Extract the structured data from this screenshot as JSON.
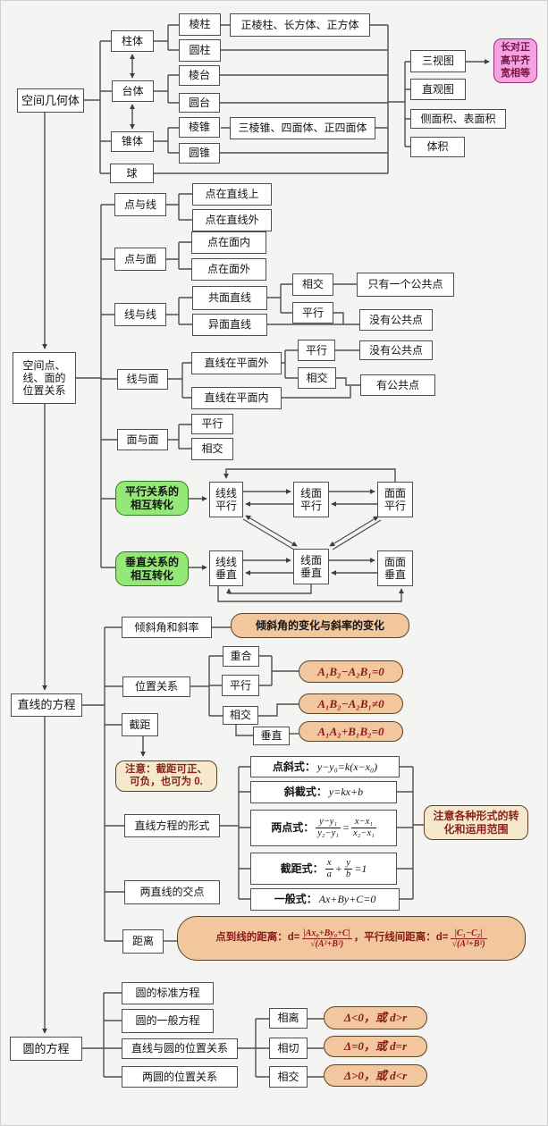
{
  "colors": {
    "node_border": "#4f4f4f",
    "green_fill": "#93e878",
    "green_border": "#2e7d1e",
    "pink_fill": "#f3a2e4",
    "pink_border": "#9c2a7d",
    "tan_fill": "#f2c79d",
    "tan_border": "#5a4328",
    "note_fill": "#f6e8cd",
    "formula_red": "#8b1a1a"
  },
  "sec1": {
    "root": "空间几何体",
    "zhuti": "柱体",
    "taiti": "台体",
    "zhuiti": "锥体",
    "qiu": "球",
    "lengzhu": "棱柱",
    "yuanzhu": "圆柱",
    "lengtai": "棱台",
    "yuantai": "圆台",
    "lengzhui": "棱锥",
    "yuanzhui": "圆锥",
    "zhu_types": "正棱柱、长方体、正方体",
    "zhui_types": "三棱锥、四面体、正四面体",
    "sanshitu": "三视图",
    "zhiguantu": "直观图",
    "cemianji": "侧面积、表面积",
    "tiji": "体积",
    "pink_l1": "长对正",
    "pink_l2": "高平齐",
    "pink_l3": "宽相等"
  },
  "sec2": {
    "root_l1": "空间点、",
    "root_l2": "线、面的",
    "root_l3": "位置关系",
    "dianyuxian": "点与线",
    "dian_on": "点在直线上",
    "dian_off": "点在直线外",
    "dianyumian": "点与面",
    "mian_in": "点在面内",
    "mian_out": "点在面外",
    "xianyuxian": "线与线",
    "gongmian": "共面直线",
    "yimian": "异面直线",
    "ll_xiangjiao": "相交",
    "ll_pingxing": "平行",
    "only_one": "只有一个公共点",
    "ll_none": "没有公共点",
    "xianyumian": "线与面",
    "line_out_plane": "直线在平面外",
    "line_in_plane": "直线在平面内",
    "lm_pingxing": "平行",
    "lm_xiangjiao": "相交",
    "lm_none": "没有公共点",
    "lm_have": "有公共点",
    "mianyumian": "面与面",
    "mm_pingxing": "平行",
    "mm_xiangjiao": "相交"
  },
  "sec3": {
    "par_note_l1": "平行关系的",
    "par_note_l2": "相互转化",
    "perp_note_l1": "垂直关系的",
    "perp_note_l2": "相互转化",
    "xx_par_l1": "线线",
    "xx_par_l2": "平行",
    "xm_par_l1": "线面",
    "xm_par_l2": "平行",
    "mm_par_l1": "面面",
    "mm_par_l2": "平行",
    "xx_perp_l1": "线线",
    "xx_perp_l2": "垂直",
    "xm_perp_l1": "线面",
    "xm_perp_l2": "垂直",
    "mm_perp_l1": "面面",
    "mm_perp_l2": "垂直"
  },
  "sec4": {
    "root": "直线的方程",
    "qingxiejiao": "倾斜角和斜率",
    "qingxie_note": "倾斜角的变化与斜率的变化",
    "weizhi": "位置关系",
    "chonghe": "重合",
    "pingxing": "平行",
    "xiangjiao": "相交",
    "chuizhi": "垂直",
    "f_parallel": "A₁B₂−A₂B₁=0",
    "f_intersect": "A₁B₂−A₂B₁≠0",
    "f_perp": "A₁A₂+B₁B₂=0",
    "jieju": "截距",
    "jieju_note_l1": "注意：截距可正、",
    "jieju_note_l2": "可负，也可为 0.",
    "xingshi": "直线方程的形式",
    "dianxie_label": "点斜式：",
    "dianxie_formula": "y−y₀=k(x−x₀)",
    "xiejie_label": "斜截式：",
    "xiejie_formula": "y=kx+b",
    "liangdian_label": "两点式：",
    "ld_num1": "y−y₁",
    "ld_den1": "y₂−y₁",
    "ld_eq": "=",
    "ld_num2": "x−x₁",
    "ld_den2": "x₂−x₁",
    "jiejushi_label": "截距式：",
    "jj_num1": "x",
    "jj_den1": "a",
    "jj_plus": "+",
    "jj_num2": "y",
    "jj_den2": "b",
    "jj_eq": "=1",
    "yiban_label": "一般式：",
    "yiban_formula": "Ax+By+C=0",
    "forms_note_l1": "注意各种形式的转",
    "forms_note_l2": "化和运用范围",
    "jiaodian": "两直线的交点",
    "juli": "距离",
    "dist_label1": "点到线的距离：d=",
    "dist_num1": "|Ax₀+By₀+C|",
    "dist_den1": "√(A²+B²)",
    "dist_sep": "，平行线间距离：d=",
    "dist_num2": "|C₁−C₂|",
    "dist_den2": "√(A²+B²)"
  },
  "sec5": {
    "root": "圆的方程",
    "biaozhun": "圆的标准方程",
    "yiban": "圆的一般方程",
    "zhixianyuan": "直线与圆的位置关系",
    "liangyuan": "两圆的位置关系",
    "xiangli": "相离",
    "xiangqie": "相切",
    "xiangjiao": "相交",
    "f_li": "Δ<0，或 d>r",
    "f_qie": "Δ=0，或 d=r",
    "f_jiao": "Δ>0，或 d<r"
  }
}
